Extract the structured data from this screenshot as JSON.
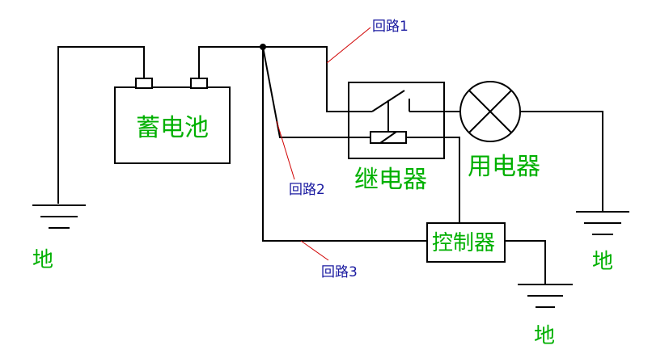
{
  "labels": {
    "battery": "蓄电池",
    "relay": "继电器",
    "load": "用电器",
    "controller": "控制器",
    "ground": "地",
    "loop1": "回路1",
    "loop2": "回路2",
    "loop3": "回路3"
  },
  "colors": {
    "wire": "#000000",
    "component_label": "#00b000",
    "loop_label": "#1a1aa0",
    "leader_line": "#d00000"
  }
}
